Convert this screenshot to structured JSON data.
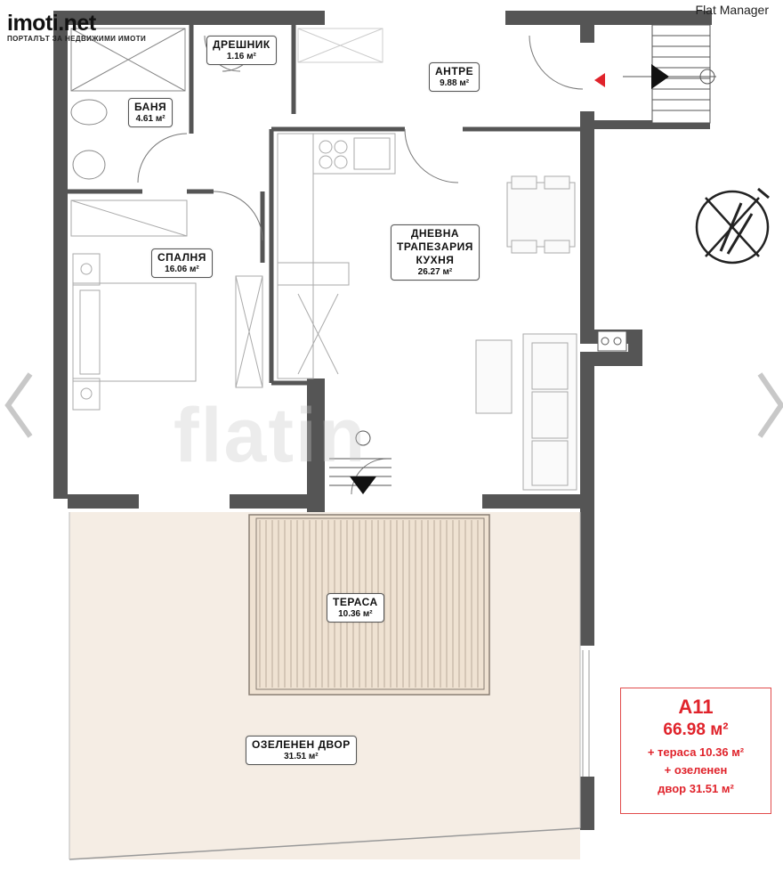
{
  "header": {
    "watermark_right": "Flat Manager"
  },
  "logo": {
    "brand": "imoti.net",
    "tagline": "ПОРТАЛЪТ ЗА НЕДВИЖИМИ ИМОТИ"
  },
  "rooms": {
    "closet": {
      "name": "ДРЕШНИК",
      "area": "1.16 м²"
    },
    "bath": {
      "name": "БАНЯ",
      "area": "4.61 м²"
    },
    "hall": {
      "name": "АНТРЕ",
      "area": "9.88 м²"
    },
    "bedroom": {
      "name": "СПАЛНЯ",
      "area": "16.06 м²"
    },
    "living": {
      "name1": "ДНЕВНА",
      "name2": "ТРАПЕЗАРИЯ",
      "name3": "КУХНЯ",
      "area": "26.27 м²"
    },
    "terrace": {
      "name": "ТЕРАСА",
      "area": "10.36 м²"
    },
    "yard": {
      "name": "ОЗЕЛЕНЕН ДВОР",
      "area": "31.51 м²"
    }
  },
  "info": {
    "code": "A11",
    "area": "66.98 м²",
    "extra1": "+ тераса 10.36 м²",
    "extra2a": "+ озеленен",
    "extra2b": "двор 31.51 м²"
  },
  "watermark": "flatin",
  "colors": {
    "accent": "#e0232b",
    "wall": "#555555",
    "yard": "#f5ede4",
    "terrace": "#efe2d2"
  },
  "icons": {
    "prev": "chevron-left-icon",
    "next": "chevron-right-icon",
    "north": "compass-north-icon"
  }
}
